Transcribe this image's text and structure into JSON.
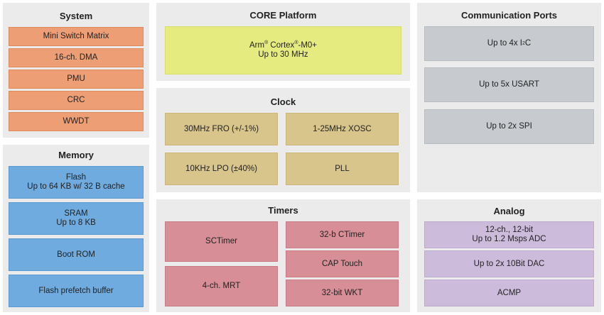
{
  "system": {
    "title": "System",
    "blocks": [
      "Mini Switch Matrix",
      "16-ch. DMA",
      "PMU",
      "CRC",
      "WWDT"
    ]
  },
  "memory": {
    "title": "Memory",
    "blocks": [
      "Flash\nUp to 64 KB w/ 32 B cache",
      "SRAM\nUp to 8 KB",
      "Boot ROM",
      "Flash prefetch buffer"
    ]
  },
  "core": {
    "title": "CORE Platform",
    "cpu": {
      "brand": "Arm",
      "reg1": "®",
      "name_a": " Cortex",
      "reg2": "®",
      "name_b": "-M0+",
      "freq": "Up to 30 MHz"
    }
  },
  "clock": {
    "title": "Clock",
    "blocks": [
      "30MHz FRO (+/-1%)",
      "1-25MHz XOSC",
      "10KHz LPO (±40%)",
      "PLL"
    ]
  },
  "timers": {
    "title": "Timers",
    "blocks": [
      "SCTimer",
      "4-ch. MRT",
      "32-b CTimer",
      "CAP Touch",
      "32-bit WKT"
    ]
  },
  "comm": {
    "title": "Communication Ports",
    "i2c": {
      "prefix": "Up to 4x I",
      "sup": "2",
      "suffix": "C"
    },
    "blocks": [
      "Up to 5x USART",
      "Up to 2x SPI"
    ]
  },
  "analog": {
    "title": "Analog",
    "blocks": [
      "12-ch., 12-bit\nUp to 1.2 Msps ADC",
      "Up to 2x 10Bit DAC",
      "ACMP"
    ]
  }
}
